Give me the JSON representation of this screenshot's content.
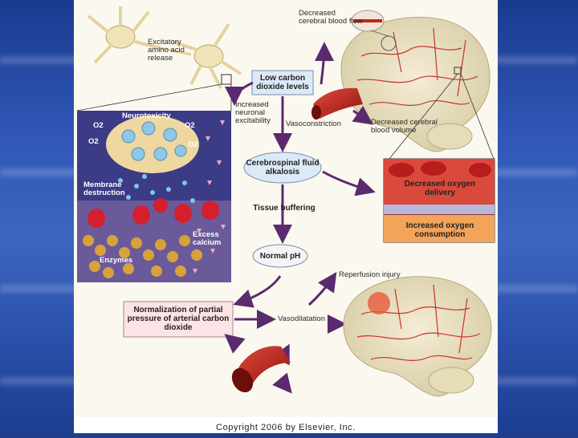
{
  "copyright": "Copyright 2006 by Elsevier, Inc.",
  "labels": {
    "excitatory": "Excitatory amino acid release",
    "decreased_flow": "Decreased cerebral blood flow",
    "low_co2": "Low carbon dioxide levels",
    "increased_excitability": "Increased neuronal excitability",
    "vasoconstriction": "Vasoconstriction",
    "decreased_volume": "Decreased cerebral blood volume",
    "neurotoxicity": "Neurotoxicity",
    "o2": "O2",
    "membrane_destruction": "Membrane destruction",
    "excess_calcium": "Excess calcium",
    "enzymes": "Enzymes",
    "csf_alkalosis": "Cerebrospinal fluid alkalosis",
    "decreased_oxygen_delivery": "Decreased oxygen delivery",
    "increased_oxygen_consumption": "Increased oxygen consumption",
    "tissue_buffering": "Tissue buffering",
    "normal_ph": "Normal pH",
    "reperfusion_injury": "Reperfusion injury",
    "normalization": "Normalization of partial pressure of arterial carbon dioxide",
    "vasodilatation": "Vasodilatation"
  },
  "colors": {
    "arrow": "#5b2a6e",
    "vessel": "#c0271f",
    "box_fill": "#dce9f7",
    "norm_fill": "#fbe3e6"
  }
}
